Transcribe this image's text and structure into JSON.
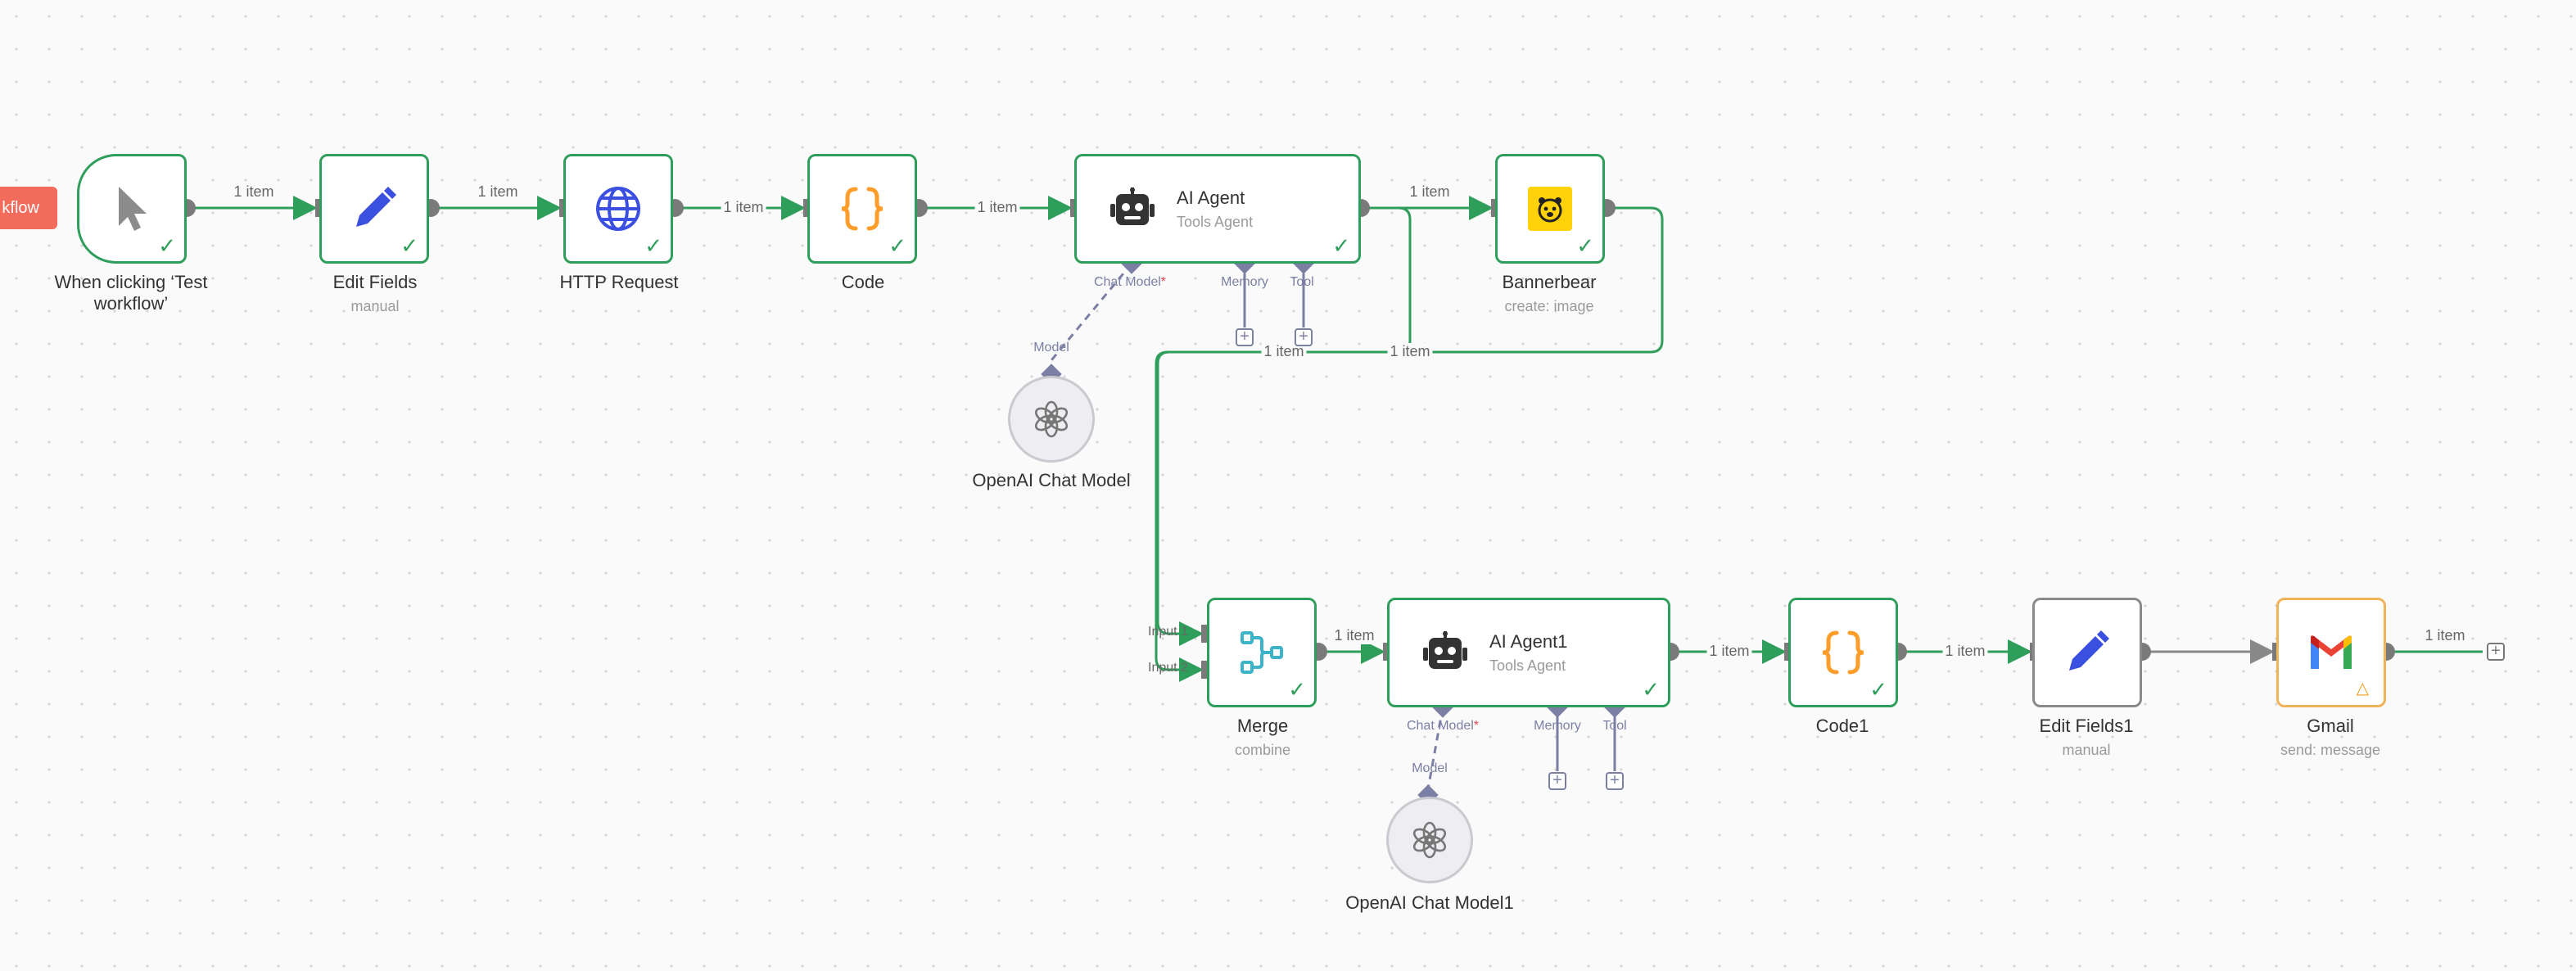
{
  "toolbar": {
    "test_button_partial": "kflow"
  },
  "nodes": {
    "trigger": {
      "label_line1": "When clicking ‘Test",
      "label_line2": "workflow’"
    },
    "edit_fields": {
      "label": "Edit Fields",
      "sublabel": "manual"
    },
    "http_request": {
      "label": "HTTP Request"
    },
    "code": {
      "label": "Code"
    },
    "ai_agent": {
      "title": "AI Agent",
      "subtitle": "Tools Agent"
    },
    "bannerbear": {
      "label": "Bannerbear",
      "sublabel": "create: image"
    },
    "openai_chat_model": {
      "label": "OpenAI Chat Model"
    },
    "merge": {
      "label": "Merge",
      "sublabel": "combine"
    },
    "ai_agent1": {
      "title": "AI Agent1",
      "subtitle": "Tools Agent"
    },
    "code1": {
      "label": "Code1"
    },
    "edit_fields1": {
      "label": "Edit Fields1",
      "sublabel": "manual"
    },
    "gmail": {
      "label": "Gmail",
      "sublabel": "send: message"
    },
    "openai_chat_model1": {
      "label": "OpenAI Chat Model1"
    }
  },
  "ports": {
    "chat_model": "Chat Model",
    "required_mark": "*",
    "memory": "Memory",
    "tool": "Tool",
    "model": "Model",
    "input1": "Input 1",
    "input2": "Input 2"
  },
  "edges": {
    "e1": "1 item",
    "e2": "1 item",
    "e3": "1 item",
    "e4": "1 item",
    "e5": "1 item",
    "e6": "1 item",
    "e7": "1 item",
    "e8": "1 item",
    "e9": "1 item",
    "e10": "1 item",
    "e11": "1 item"
  },
  "colors": {
    "success": "#2f9e5b",
    "ai_port": "#7b7fa3",
    "test_button": "#f26b5b",
    "pending": "#8a8a8a",
    "warning": "#f0a020"
  },
  "icons": {
    "trigger": "cursor-icon",
    "edit_fields": "pencil-icon",
    "http_request": "globe-icon",
    "code": "code-braces-icon",
    "ai_agent": "robot-icon",
    "bannerbear": "bear-icon",
    "openai": "openai-icon",
    "merge": "merge-icon",
    "gmail": "gmail-icon"
  }
}
